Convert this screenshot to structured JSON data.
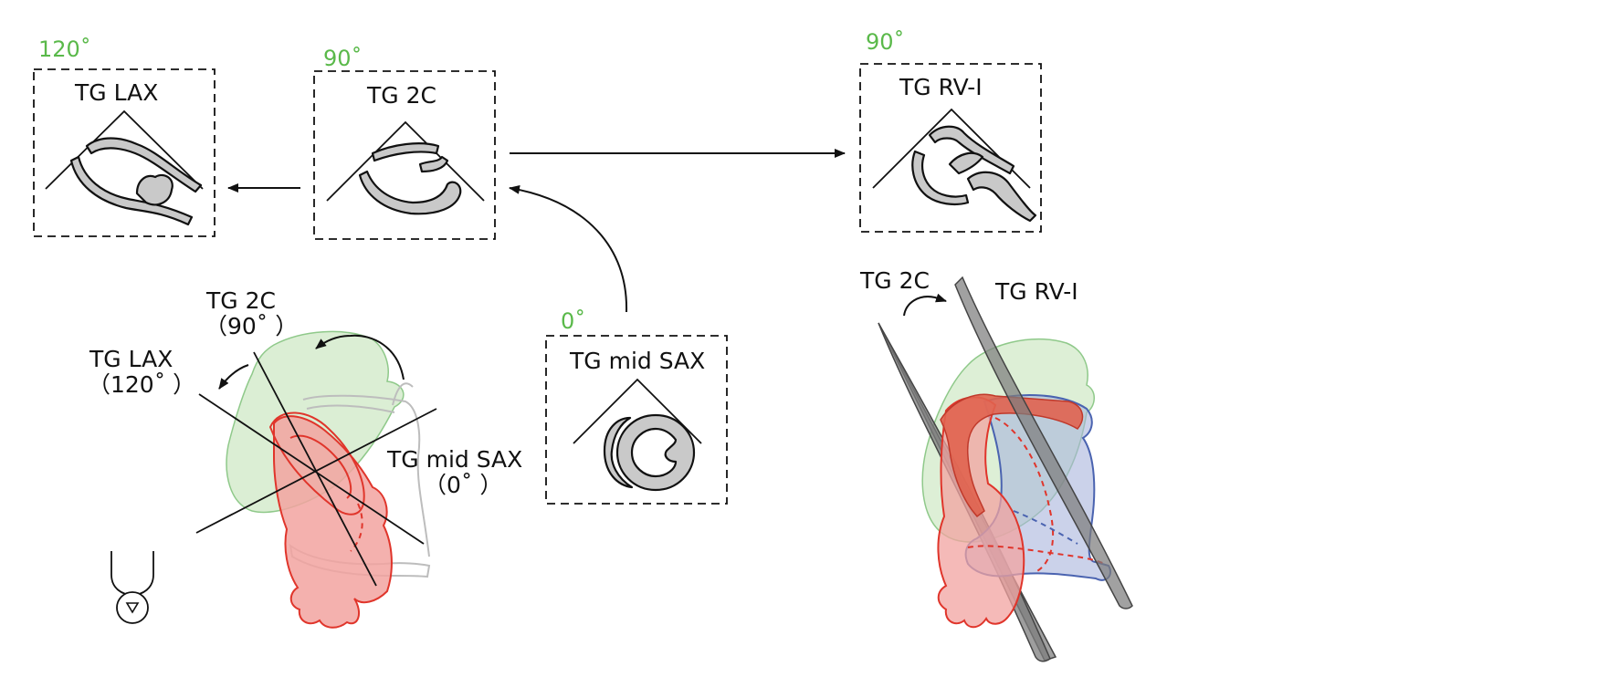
{
  "views": {
    "tg_lax": {
      "name": "TG LAX",
      "angle": "120˚"
    },
    "tg_2c": {
      "name": "TG 2C",
      "angle": "90˚"
    },
    "tg_rvi": {
      "name": "TG RV-I",
      "angle": "90˚"
    },
    "tg_mid_sax": {
      "name": "TG mid SAX",
      "angle": "0˚"
    }
  },
  "left_heart": {
    "label_2c": "TG 2C",
    "label_2c_angle": "（90˚  ）",
    "label_lax": "TG LAX",
    "label_lax_angle": "（120˚  ）",
    "label_sax": "TG mid SAX",
    "label_sax_angle": "（0˚  ）"
  },
  "right_heart": {
    "label_2c": "TG 2C",
    "label_rvi": "TG RV-I"
  },
  "colors": {
    "angle_green": "#5ab94a",
    "lv_red": "#e0352b",
    "lv_fill": "#f2a3a0",
    "rv_blue": "#4a63b0",
    "atrium_green": "#cfe8c5",
    "plane_gray": "#8a8a8a",
    "wall_gray": "#c9c9c9"
  }
}
